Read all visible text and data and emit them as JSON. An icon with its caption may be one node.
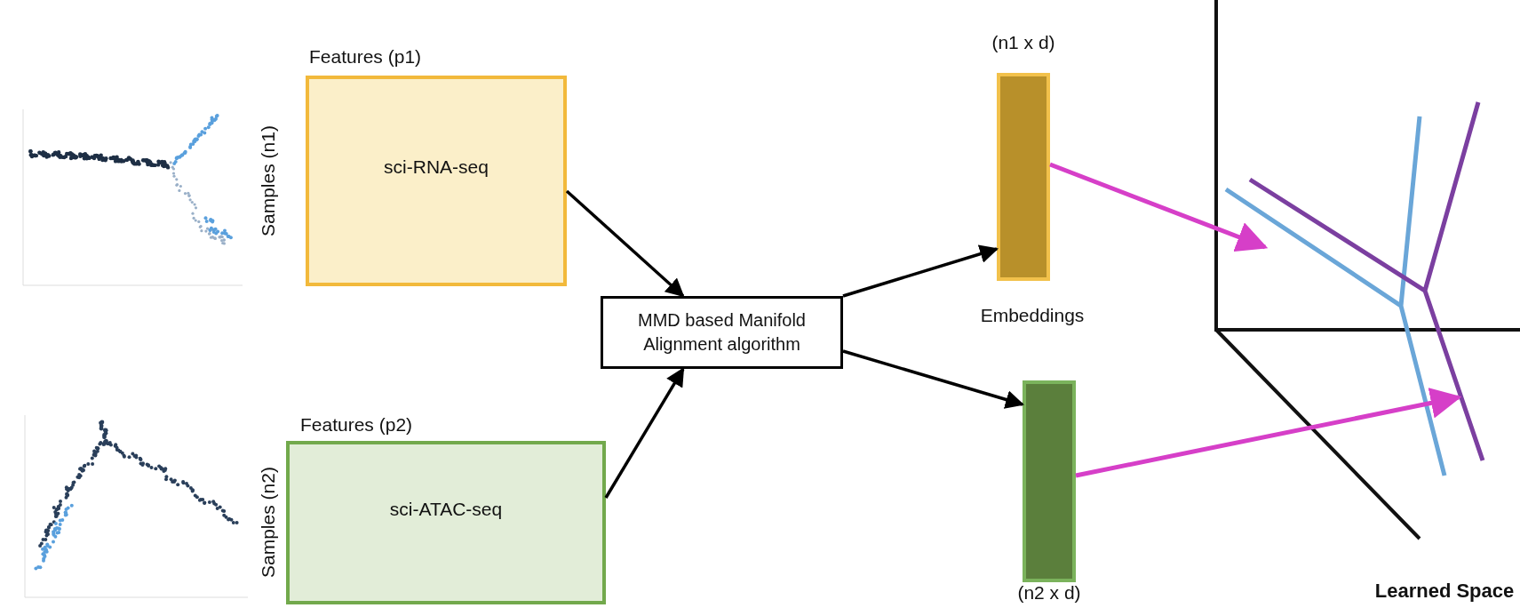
{
  "diagram": {
    "nodes": [
      {
        "text": [],
        "shape": "picture"
      },
      {
        "text": [
          "Features (p1)",
          "Samples (n1)",
          "sci-RNA-seq"
        ]
      },
      {
        "text": [],
        "shape": "picture"
      },
      {
        "text": [
          "Features (p2)",
          "Samples (n2)",
          "sci-ATAC-seq"
        ]
      },
      {
        "text": [
          "MMD based Manifold Alignment algorithm"
        ]
      },
      {
        "text": [],
        "shape": "bar",
        "beside": [
          "(n1 x d)"
        ]
      },
      {
        "text": [],
        "shape": "bar",
        "beside": [
          "(n2 x d)"
        ]
      },
      {
        "text": [],
        "shape": "picture",
        "beside": [
          "Learned Space"
        ]
      }
    ],
    "edges": [
      {
        "from": 1,
        "to": 4,
        "arrow": "to"
      },
      {
        "from": 3,
        "to": 4,
        "arrow": "to"
      },
      {
        "from": 4,
        "to": 5,
        "arrow": "to"
      },
      {
        "from": 4,
        "to": 6,
        "arrow": "to"
      },
      {
        "from": 5,
        "to": 7,
        "arrow": "to",
        "color": "#d63fc8"
      },
      {
        "from": 6,
        "to": 7,
        "arrow": "to",
        "color": "#d63fc8"
      }
    ],
    "labels": [
      "Embeddings"
    ]
  }
}
